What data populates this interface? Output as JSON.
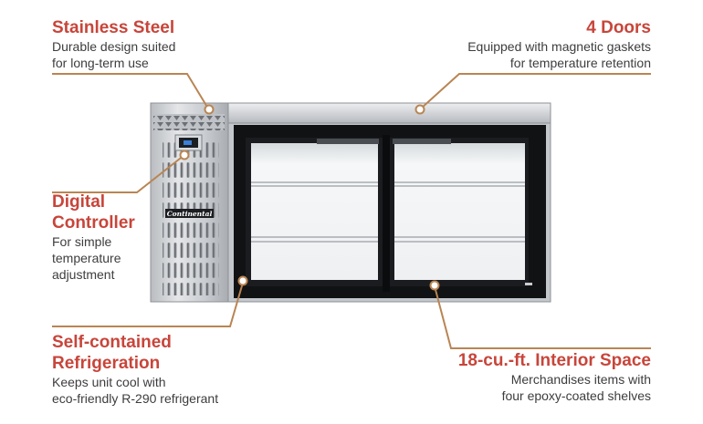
{
  "brand": {
    "text": "Continental",
    "accent": "#c8453a",
    "leader_color": "#b98553"
  },
  "callouts": {
    "stainless": {
      "title": "Stainless Steel",
      "desc1": "Durable design suited",
      "desc2": "for long-term use"
    },
    "doors": {
      "title": "4 Doors",
      "desc1": "Equipped with magnetic gaskets",
      "desc2": "for temperature retention"
    },
    "controller": {
      "title1": "Digital",
      "title2": "Controller",
      "desc1": "For simple",
      "desc2": "temperature",
      "desc3": "adjustment"
    },
    "refrigeration": {
      "title1": "Self-contained",
      "title2": "Refrigeration",
      "desc1": "Keeps unit cool with",
      "desc2": "eco-friendly R-290 refrigerant"
    },
    "interior": {
      "title": "18-cu.-ft. Interior Space",
      "desc1": "Merchandises items with",
      "desc2": "four epoxy-coated shelves"
    }
  }
}
